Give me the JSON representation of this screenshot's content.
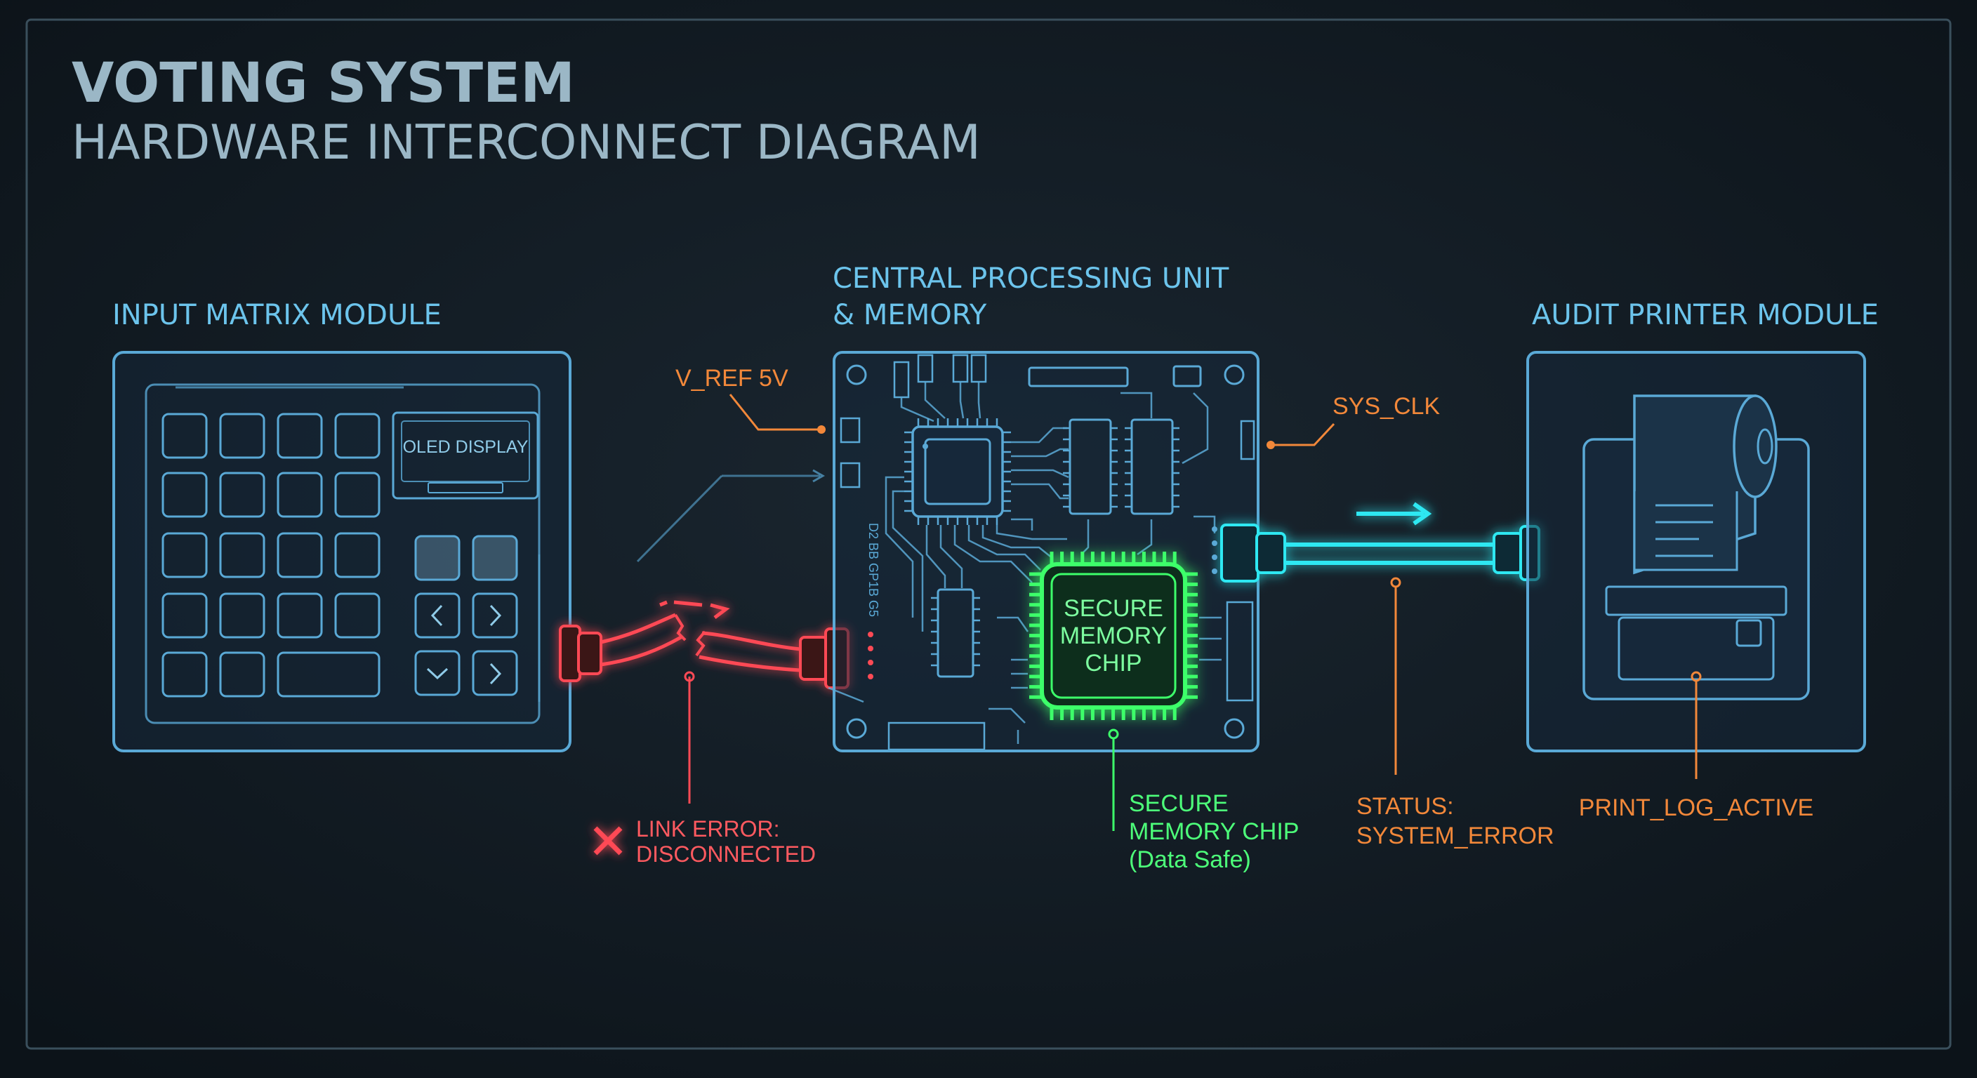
{
  "header": {
    "title": "VOTING SYSTEM",
    "subtitle": "HARDWARE INTERCONNECT DIAGRAM"
  },
  "modules": {
    "input": {
      "label": "INPUT MATRIX MODULE",
      "display_label": "OLED DISPLAY"
    },
    "cpu": {
      "label_line1": "CENTRAL PROCESSING UNIT",
      "label_line2": "& MEMORY"
    },
    "printer": {
      "label": "AUDIT PRINTER MODULE"
    }
  },
  "chip": {
    "text_line1": "SECURE",
    "text_line2": "MEMORY",
    "text_line3": "CHIP"
  },
  "silkscreen": {
    "text": "D2 BB GP1B G5"
  },
  "annotations": {
    "vref": "V_REF 5V",
    "sysclk": "SYS_CLK",
    "link_error_line1": "LINK ERROR:",
    "link_error_line2": "DISCONNECTED",
    "secure_line1": "SECURE",
    "secure_line2": "MEMORY CHIP",
    "secure_line3": "(Data Safe)",
    "status_line1": "STATUS:",
    "status_line2": "SYSTEM_ERROR",
    "print_log": "PRINT_LOG_ACTIVE"
  },
  "colors": {
    "background": "#111a22",
    "blueprint": "#5aa9d6",
    "label_cyan": "#6cc4ec",
    "error_red": "#ff4a55",
    "ok_green": "#3dff6a",
    "link_cyan": "#2ee8f2",
    "annotation_orange": "#f2883a",
    "title": "#9bb7c6"
  },
  "icons": {
    "error": "cross-icon",
    "arrow_left": "chevron-left-icon",
    "arrow_right": "chevron-right-icon",
    "arrow_down": "chevron-down-icon"
  }
}
